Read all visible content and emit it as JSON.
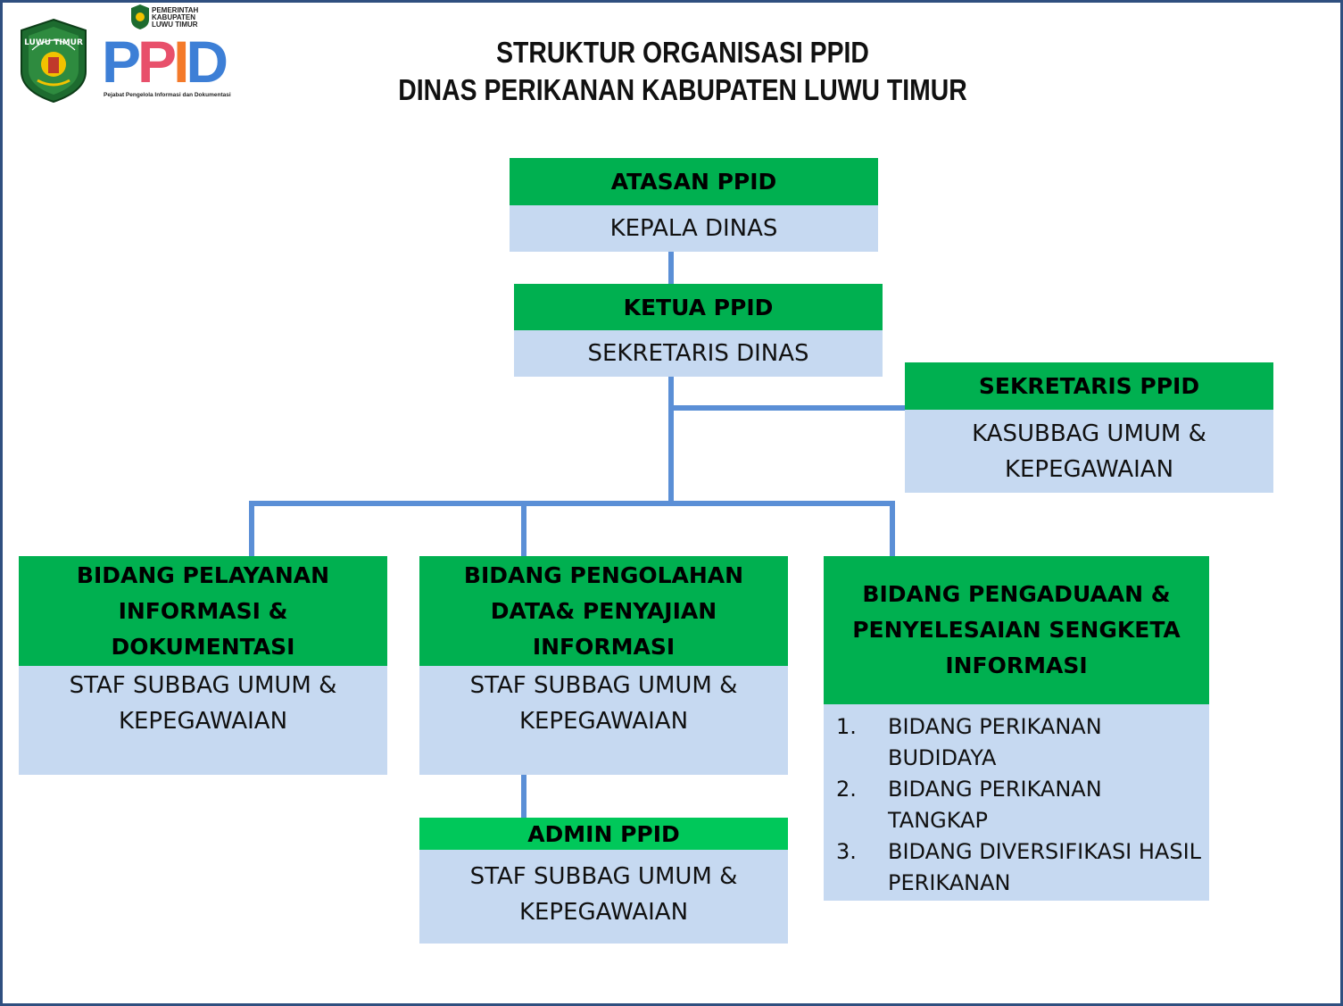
{
  "header": {
    "title_line1": "STRUKTUR ORGANISASI PPID",
    "title_line2": "DINAS PERIKANAN KABUPATEN LUWU TIMUR"
  },
  "logos": {
    "regency_seal_text": "LUWU TIMUR",
    "ppid_letters": [
      "P",
      "P",
      "I",
      "D"
    ],
    "ppid_pemkab_lines": [
      "PEMERINTAH",
      "KABUPATEN",
      "LUWU TIMUR"
    ],
    "ppid_subtitle": "Pejabat Pengelola Informasi dan Dokumentasi"
  },
  "colors": {
    "header_green": "#00b050",
    "body_blue": "#c6d9f1",
    "connector": "#5b8fd6",
    "frame": "#2f4f7f"
  },
  "nodes": {
    "atasan": {
      "role": "ATASAN PPID",
      "holder": "KEPALA DINAS"
    },
    "ketua": {
      "role": "KETUA PPID",
      "holder": "SEKRETARIS DINAS"
    },
    "sekretaris": {
      "role": "SEKRETARIS PPID",
      "holder_line1": "KASUBBAG UMUM &",
      "holder_line2": "KEPEGAWAIAN"
    },
    "pelayanan": {
      "role_line1": "BIDANG PELAYANAN",
      "role_line2": "INFORMASI &",
      "role_line3": "DOKUMENTASI",
      "holder_line1": "STAF SUBBAG UMUM &",
      "holder_line2": "KEPEGAWAIAN"
    },
    "pengolahan": {
      "role_line1": "BIDANG PENGOLAHAN",
      "role_line2": "DATA& PENYAJIAN",
      "role_line3": "INFORMASI",
      "holder_line1": "STAF SUBBAG UMUM &",
      "holder_line2": "KEPEGAWAIAN"
    },
    "pengaduan": {
      "role_line1": "BIDANG PENGADUAAN &",
      "role_line2": "PENYELESAIAN SENGKETA",
      "role_line3": "INFORMASI",
      "items": [
        {
          "num": "1.",
          "line1": "BIDANG PERIKANAN",
          "line2": "BUDIDAYA"
        },
        {
          "num": "2.",
          "line1": "BIDANG PERIKANAN",
          "line2": "TANGKAP"
        },
        {
          "num": "3.",
          "line1": "BIDANG DIVERSIFIKASI HASIL",
          "line2": "PERIKANAN"
        }
      ]
    },
    "admin": {
      "role": "ADMIN PPID",
      "holder_line1": "STAF SUBBAG UMUM &",
      "holder_line2": "KEPEGAWAIAN"
    }
  }
}
